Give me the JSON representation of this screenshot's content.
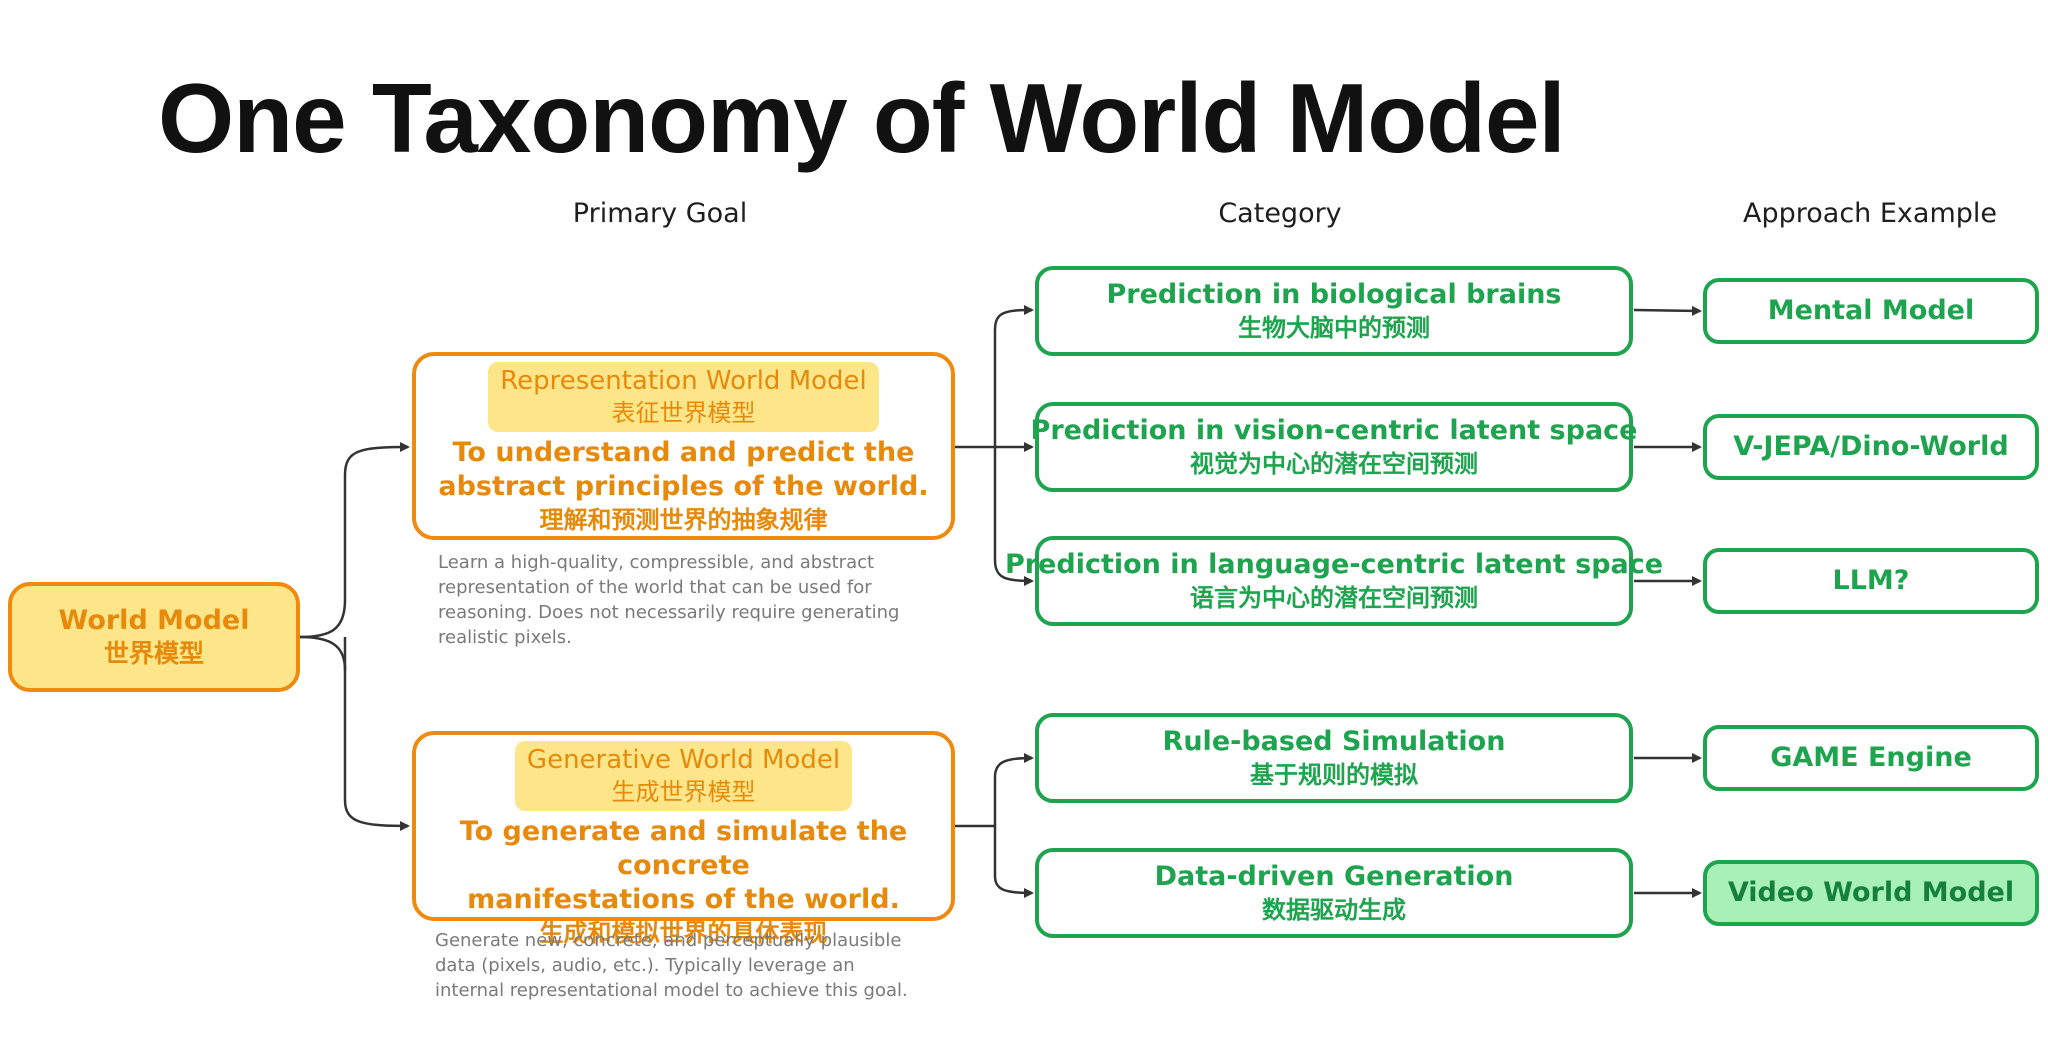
{
  "title": "One Taxonomy of World Model",
  "column_headers": {
    "primary_goal": "Primary Goal",
    "category": "Category",
    "approach_example": "Approach Example"
  },
  "root": {
    "label": "World Model",
    "label_zh": "世界模型"
  },
  "goals": [
    {
      "title": "Representation World Model",
      "title_zh": "表征世界模型",
      "description": "To understand and predict the\nabstract principles of the world.",
      "description_zh": "理解和预测世界的抽象规律",
      "note": "Learn a high-quality, compressible, and abstract\nrepresentation of the world that can be used for\nreasoning. Does not necessarily require generating\nrealistic pixels."
    },
    {
      "title": "Generative World Model",
      "title_zh": "生成世界模型",
      "description": "To generate and simulate the concrete\nmanifestations of the world.",
      "description_zh": "生成和模拟世界的具体表现",
      "note": "Generate new, concrete, and perceptually plausible\ndata (pixels, audio, etc.). Typically leverage an\ninternal representational model to achieve this goal."
    }
  ],
  "categories": [
    {
      "title": "Prediction in biological brains",
      "title_zh": "生物大脑中的预测"
    },
    {
      "title": "Prediction in vision-centric latent space",
      "title_zh": "视觉为中心的潜在空间预测"
    },
    {
      "title": "Prediction in language-centric latent space",
      "title_zh": "语言为中心的潜在空间预测"
    },
    {
      "title": "Rule-based Simulation",
      "title_zh": "基于规则的模拟"
    },
    {
      "title": "Data-driven Generation",
      "title_zh": "数据驱动生成"
    }
  ],
  "examples": [
    {
      "label": "Mental Model"
    },
    {
      "label": "V-JEPA/Dino-World"
    },
    {
      "label": "LLM?"
    },
    {
      "label": "GAME Engine"
    },
    {
      "label": "Video World Model"
    }
  ],
  "colors": {
    "orange_stroke": "#ef8a0c",
    "yellow_fill": "#fde68a",
    "green_stroke": "#1ea44e",
    "green_highlight_fill": "#a7f0b8",
    "connector": "#333333",
    "note_text": "#7a7a7a"
  }
}
